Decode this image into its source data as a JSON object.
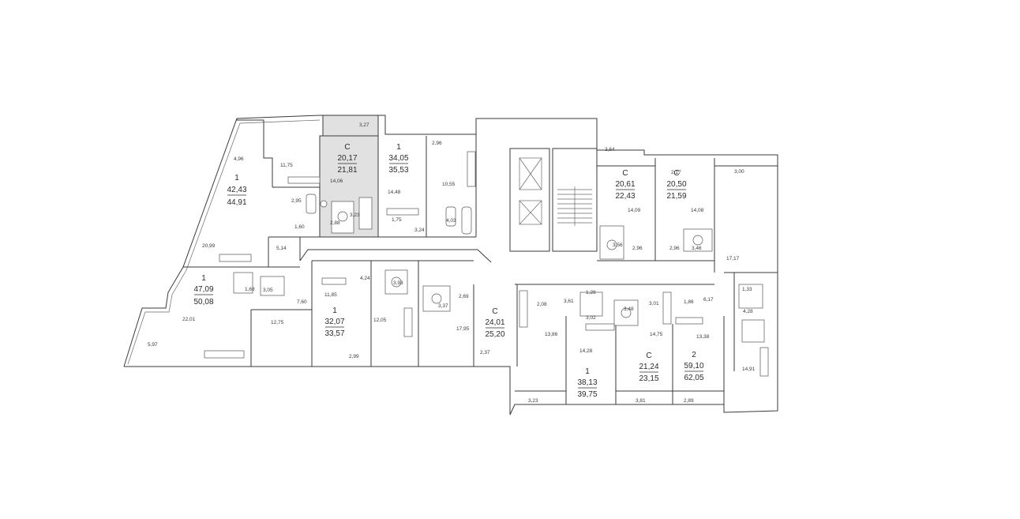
{
  "apartments": [
    {
      "id": "apt-a",
      "type": "1",
      "living": "42,43",
      "total": "44,91",
      "highlighted": false
    },
    {
      "id": "apt-b",
      "type": "C",
      "living": "20,17",
      "total": "21,81",
      "highlighted": true
    },
    {
      "id": "apt-c",
      "type": "1",
      "living": "34,05",
      "total": "35,53",
      "highlighted": false
    },
    {
      "id": "apt-d",
      "type": "C",
      "living": "20,61",
      "total": "22,43",
      "highlighted": false
    },
    {
      "id": "apt-e",
      "type": "C",
      "living": "20,50",
      "total": "21,59",
      "highlighted": false
    },
    {
      "id": "apt-f",
      "type": "1",
      "living": "47,09",
      "total": "50,08",
      "highlighted": false
    },
    {
      "id": "apt-g",
      "type": "1",
      "living": "32,07",
      "total": "33,57",
      "highlighted": false
    },
    {
      "id": "apt-h",
      "type": "C",
      "living": "24,01",
      "total": "25,20",
      "highlighted": false
    },
    {
      "id": "apt-i",
      "type": "1",
      "living": "38,13",
      "total": "39,75",
      "highlighted": false
    },
    {
      "id": "apt-j",
      "type": "C",
      "living": "21,24",
      "total": "23,15",
      "highlighted": false
    },
    {
      "id": "apt-k",
      "type": "2",
      "living": "59,10",
      "total": "62,05",
      "highlighted": false
    }
  ],
  "rooms": [
    "4,96",
    "11,75",
    "3,27",
    "14,06",
    "14,48",
    "2,96",
    "10,55",
    "2,95",
    "1,60",
    "2,88",
    "3,23",
    "1,75",
    "3,24",
    "4,03",
    "3,64",
    "2,17",
    "3,00",
    "14,09",
    "14,08",
    "3,56",
    "2,96",
    "2,96",
    "3,46",
    "17,17",
    "20,99",
    "5,14",
    "1,68",
    "3,05",
    "7,60",
    "12,75",
    "22,01",
    "5,97",
    "11,85",
    "4,24",
    "3,93",
    "12,05",
    "3,37",
    "2,69",
    "17,95",
    "2,99",
    "2,37",
    "2,08",
    "3,61",
    "1,28",
    "3,02",
    "3,48",
    "3,01",
    "13,86",
    "14,28",
    "14,75",
    "1,86",
    "6,17",
    "1,33",
    "4,28",
    "13,38",
    "14,91",
    "3,23",
    "3,81",
    "2,89"
  ]
}
